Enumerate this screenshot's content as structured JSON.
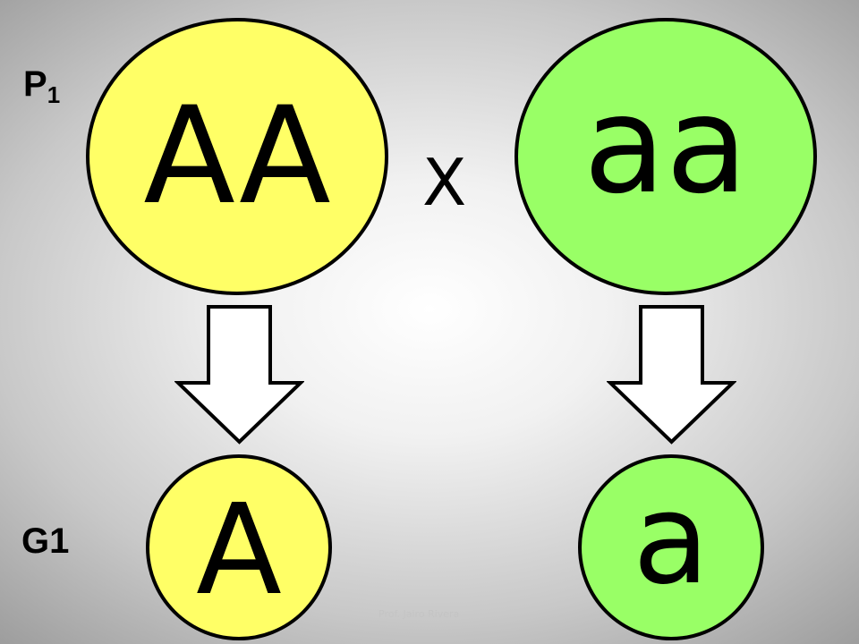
{
  "labels": {
    "parent_generation": "P",
    "parent_subscript": "1",
    "gamete_generation": "G1"
  },
  "cross_symbol": "X",
  "parents": {
    "left": {
      "genotype": "AA",
      "color": "#ffff66"
    },
    "right": {
      "genotype": "aa",
      "color": "#99ff66"
    }
  },
  "gametes": {
    "left": {
      "allele": "A",
      "color": "#ffff66"
    },
    "right": {
      "allele": "a",
      "color": "#99ff66"
    }
  },
  "arrow_color": "#ffffff",
  "credit": "Prof. Jairo Rivera"
}
